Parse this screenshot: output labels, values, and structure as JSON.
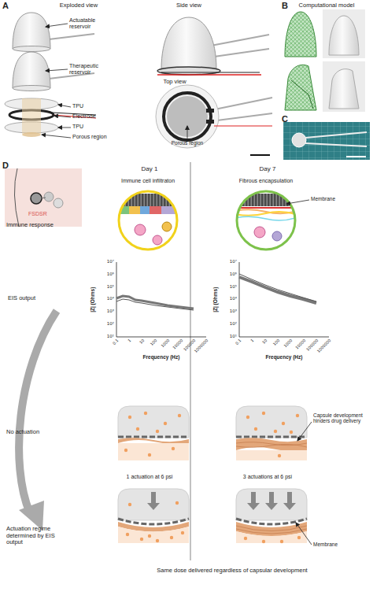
{
  "diagram": {
    "labels": [
      "A",
      "Exploded view",
      "Actuatable reservoir",
      "Therapeutic reservoir",
      "TPU",
      "Electrode",
      "TPU",
      "Porous region",
      "Side view",
      "Top view",
      "Porous region",
      "B",
      "Computational model",
      "C",
      "D",
      "FSDSR",
      "Day 1",
      "Day 7",
      "Immune response",
      "Immune cell infiltraton",
      "Fibrous encapsulation",
      "Membrane",
      "EIS output",
      "|Z| (Ohms)",
      "10⁷",
      "10⁶",
      "10⁵",
      "10⁴",
      "10³",
      "10²",
      "10¹",
      "0.1",
      "1",
      "10",
      "100",
      "1000",
      "10000",
      "100000",
      "1000000",
      "Frequency (Hz)",
      "|Z| (Ohms)",
      "10⁷",
      "10⁶",
      "10⁵",
      "10⁴",
      "10³",
      "10²",
      "10¹",
      "0.1",
      "1",
      "10",
      "100",
      "1000",
      "10000",
      "100000",
      "1000000",
      "Frequency (Hz)",
      "No actuation",
      "Capsule development hinders drug delivery",
      "1 actuation at 6 psi",
      "3 actuations at 6 psi",
      "Actuation regime determined by EIS output",
      "Membrane",
      "Same dose delivered regardless of capsular development"
    ]
  }
}
